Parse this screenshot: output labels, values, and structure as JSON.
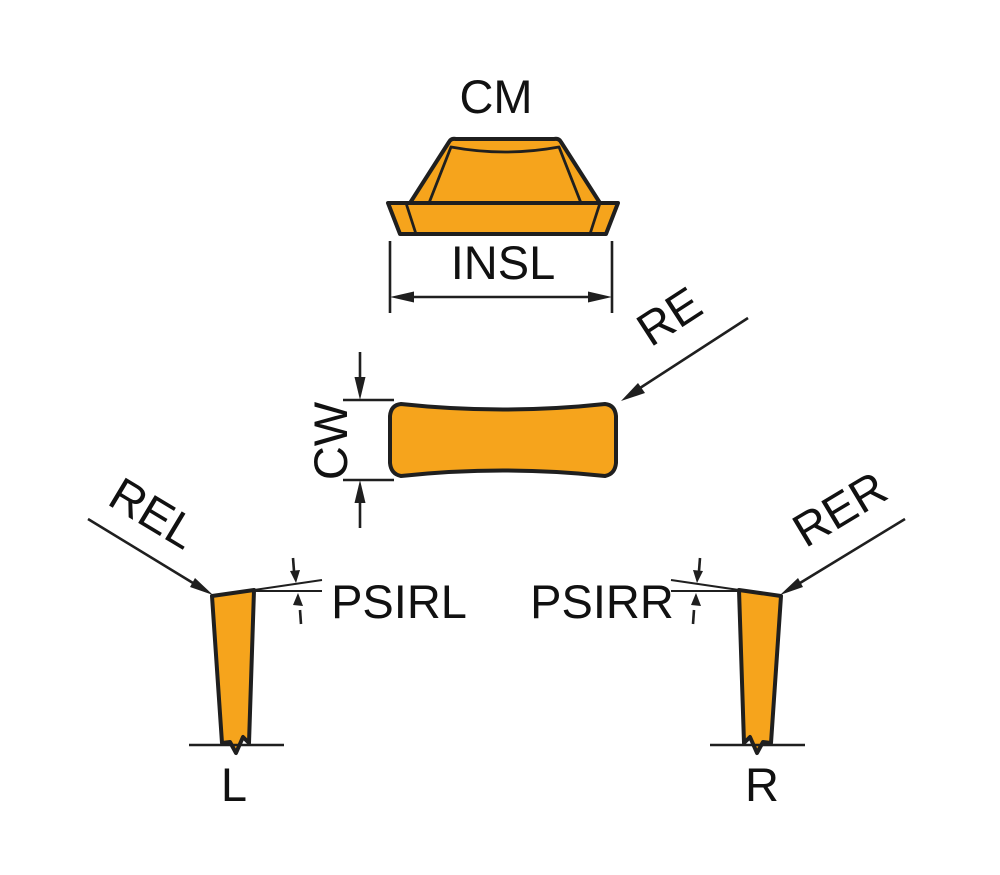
{
  "colors": {
    "insert_fill": "#F6A41C",
    "line": "#1F1F1F",
    "background": "#FFFFFF"
  },
  "views": {
    "front": {
      "label": "CM",
      "length_label": "INSL"
    },
    "top": {
      "width_label": "CW",
      "radius_label": "RE"
    },
    "left": {
      "radius_label": "REL",
      "angle_label": "PSIRL",
      "hand_label": "L"
    },
    "right": {
      "radius_label": "RER",
      "angle_label": "PSIRR",
      "hand_label": "R"
    }
  }
}
